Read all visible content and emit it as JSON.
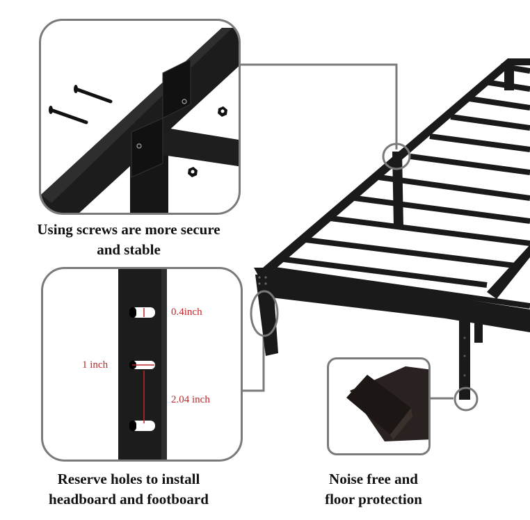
{
  "callouts": [
    {
      "id": "screws",
      "caption_line1": "Using screws are more secure",
      "caption_line2": "and stable"
    },
    {
      "id": "holes",
      "caption_line1": "Reserve holes to install",
      "caption_line2": "headboard and footboard",
      "measurements": {
        "slot_height": "0.4inch",
        "slot_width": "1 inch",
        "slot_spacing": "2.04 inch"
      }
    },
    {
      "id": "feet",
      "caption_line1": "Noise free and",
      "caption_line2": "floor protection"
    }
  ],
  "colors": {
    "frame": "#1a1a1a",
    "callout_border": "#7a7a7a",
    "measurement": "#c0282c",
    "caption": "#111111"
  }
}
